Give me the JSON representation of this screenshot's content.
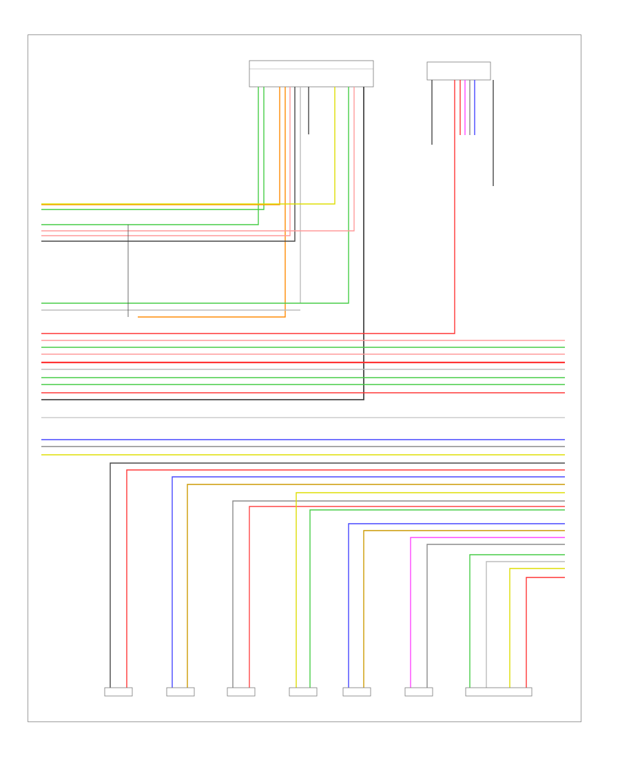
{
  "diagram": {
    "footer_ref": "",
    "unit_main": {
      "caption_lines": [
        "",
        "",
        ""
      ]
    },
    "unit_switch": {
      "caption_lines": [
        "",
        ""
      ]
    },
    "speakers": [
      {
        "key": "lf-door",
        "name": [
          "",
          ""
        ],
        "wires": [
          "#4444ff",
          "#cc9900"
        ]
      },
      {
        "key": "rf-door",
        "name": [
          "",
          ""
        ],
        "wires": [
          "#4444ff",
          "#cc9900"
        ]
      },
      {
        "key": "lf-tweeter",
        "name": [
          "",
          ""
        ],
        "wires": [
          "#888888",
          "#ff4444"
        ]
      },
      {
        "key": "rf-tweeter",
        "name": [
          "",
          ""
        ],
        "wires": [
          "#dddd00",
          "#44cc44"
        ]
      },
      {
        "key": "rr-door",
        "name": [
          "",
          ""
        ],
        "wires": [
          "#4444ff",
          "#cc9900"
        ]
      },
      {
        "key": "lr-door",
        "name": [
          "",
          ""
        ],
        "wires": [
          "#aa44ff",
          "#888888"
        ]
      },
      {
        "key": "sub",
        "name": [
          ""
        ],
        "wires": [
          "#44cc44",
          "#888888",
          "#dddd00",
          "#ff4444"
        ]
      }
    ],
    "wire_colors": {
      "orange": "#ff8800",
      "green": "#44cc44",
      "red": "#ff3333",
      "pink": "#ff9999",
      "gray": "#444444",
      "yellow": "#dddd00",
      "blue": "#4444ff",
      "tan": "#cc9900",
      "violet": "#aa44ff",
      "lightgray": "#bbbbbb",
      "magenta": "#ff44ff"
    }
  }
}
